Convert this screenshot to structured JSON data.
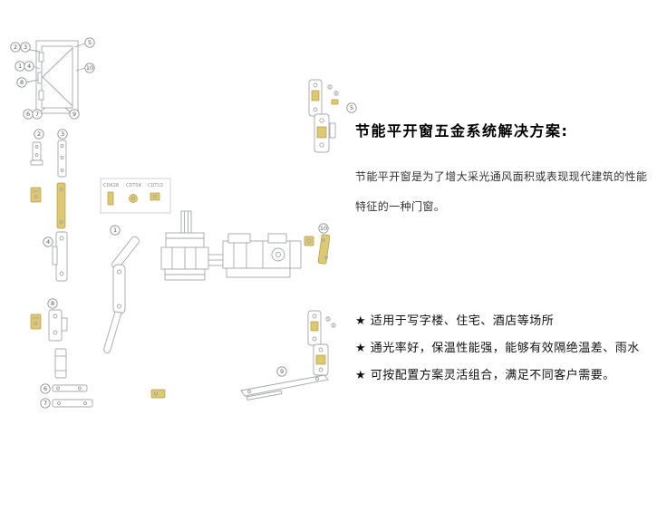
{
  "page": {
    "title": "节能平开窗五金系统解决方案:",
    "description_lines": [
      "节能平开窗是为了增大采光通风面积或表现现代建筑的性能",
      "特征的一种门窗。"
    ],
    "features": [
      "★ 适用于写字楼、住宅、酒店等场所",
      "★ 通光率好，保温性能强，能够有效隔绝温差、雨水",
      "★ 可按配置方案灵活组合，满足不同客户需要。"
    ]
  },
  "diagram": {
    "profile_box_labels": [
      "CDK28",
      "CDT04",
      "CDT13"
    ],
    "callouts": [
      "1",
      "2",
      "3",
      "4",
      "5",
      "6",
      "7",
      "8",
      "9",
      "10"
    ],
    "colors": {
      "line": "#a3a7ab",
      "highlight_fill": "#ddc873",
      "highlight_stroke": "#b49b3c"
    }
  }
}
